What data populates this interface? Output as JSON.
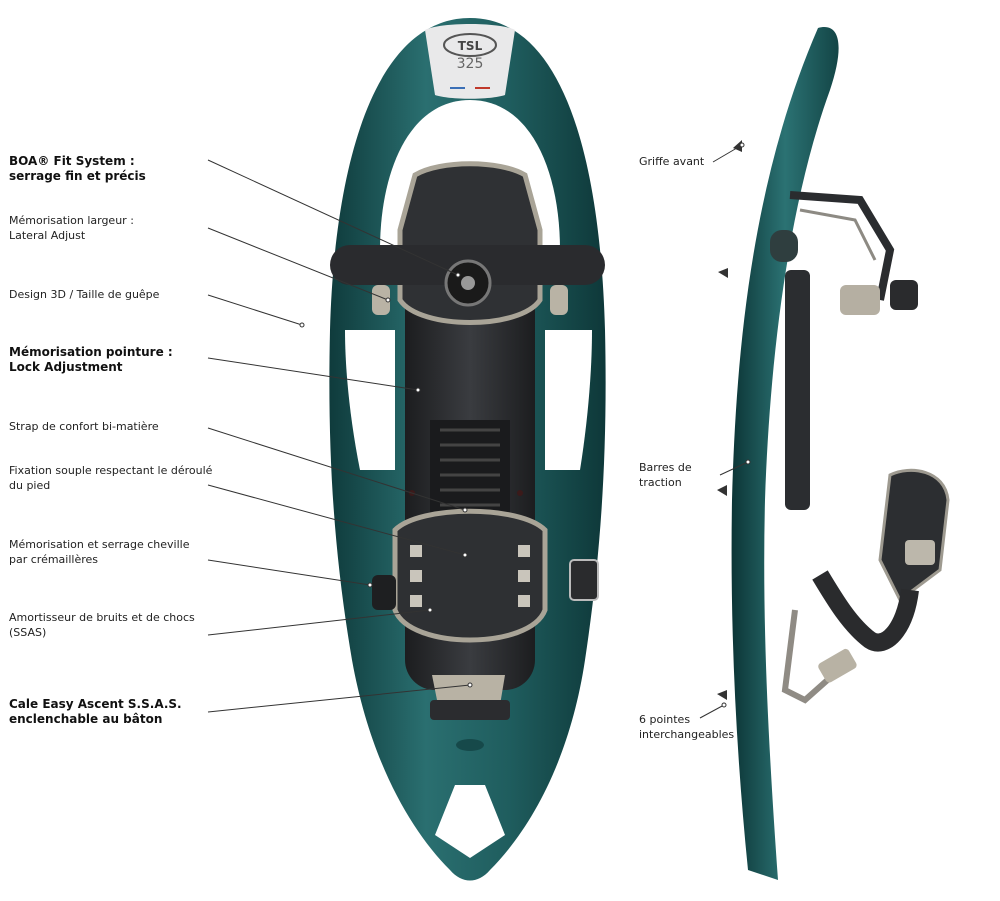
{
  "brand": {
    "logo_text": "TSL",
    "model_number": "325"
  },
  "colors": {
    "frame": "#1f5d5e",
    "frame_dark": "#123f40",
    "binding": "#2b2d30",
    "accent": "#b7b2a6",
    "leader": "#333333"
  },
  "left_labels": [
    {
      "id": "boa",
      "lines": [
        "BOA® Fit System :",
        "serrage fin et précis"
      ],
      "bold": true
    },
    {
      "id": "lateral",
      "lines": [
        "Mémorisation largeur :",
        "Lateral Adjust"
      ],
      "bold": false
    },
    {
      "id": "design3d",
      "lines": [
        "Design 3D / Taille de guêpe"
      ],
      "bold": false
    },
    {
      "id": "lock",
      "lines": [
        "Mémorisation pointure :",
        "Lock Adjustment"
      ],
      "bold": true
    },
    {
      "id": "strap",
      "lines": [
        "Strap de confort bi-matière"
      ],
      "bold": false
    },
    {
      "id": "fixation",
      "lines": [
        "Fixation souple respectant le déroulé",
        "du pied"
      ],
      "bold": false
    },
    {
      "id": "cheville",
      "lines": [
        "Mémorisation et serrage cheville",
        "par crémaillères"
      ],
      "bold": false
    },
    {
      "id": "amortisseur",
      "lines": [
        "Amortisseur de bruits et de chocs",
        "(SSAS)"
      ],
      "bold": false
    },
    {
      "id": "cale",
      "lines": [
        "Cale Easy Ascent S.S.A.S.",
        "enclenchable au bâton"
      ],
      "bold": true
    }
  ],
  "right_labels": [
    {
      "id": "griffe",
      "lines": [
        "Griffe avant"
      ]
    },
    {
      "id": "barres",
      "lines": [
        "Barres de",
        "traction"
      ]
    },
    {
      "id": "pointes",
      "lines": [
        "6 pointes",
        "interchangeables"
      ]
    }
  ]
}
